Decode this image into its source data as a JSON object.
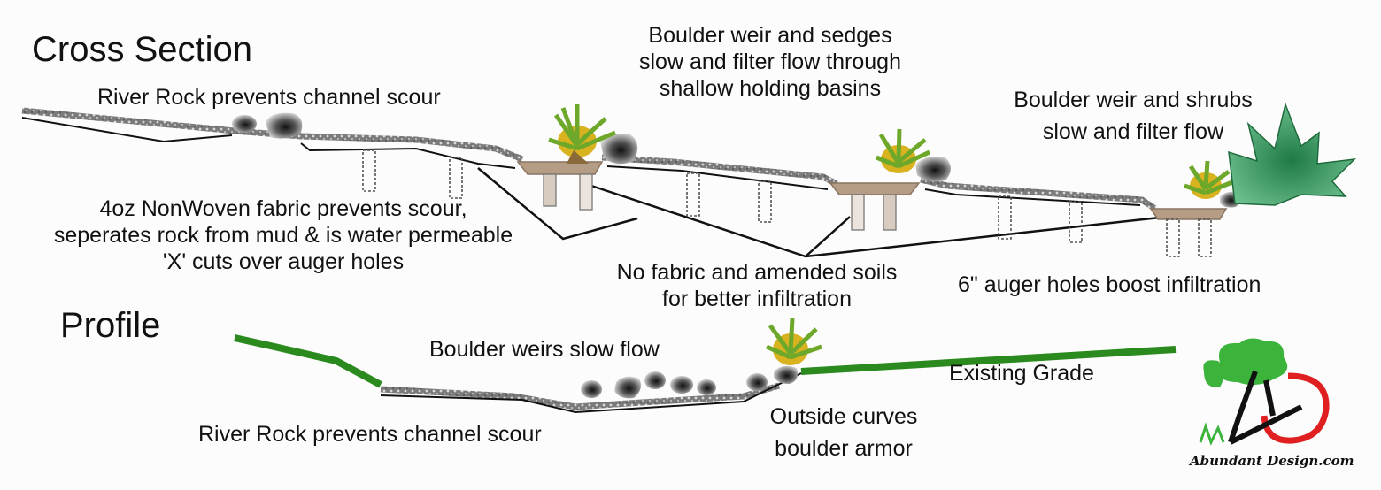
{
  "headings": {
    "cross_section": "Cross Section",
    "profile": "Profile"
  },
  "cross_section_labels": {
    "river_rock": "River Rock prevents channel scour",
    "weir_sedges": [
      "Boulder weir and sedges",
      "slow and filter flow through",
      "shallow holding basins"
    ],
    "weir_shrubs": [
      "Boulder weir and shrubs",
      "slow and filter flow"
    ],
    "fabric": [
      "4oz NonWoven fabric prevents scour,",
      "seperates rock from mud & is water permeable",
      "'X' cuts over auger holes"
    ],
    "no_fabric": [
      "No fabric and amended soils",
      "for better infiltration"
    ],
    "auger": "6\" auger holes boost infiltration"
  },
  "profile_labels": {
    "weirs": "Boulder weirs slow flow",
    "existing_grade": "Existing Grade",
    "river_rock": "River Rock prevents channel scour",
    "outside_curves": [
      "Outside curves",
      "boulder armor"
    ]
  },
  "logo": {
    "brand": "Abundant Design.com",
    "colors": {
      "tree": "#3cb43c",
      "ring": "#e02020",
      "grade": "#2a8a1e"
    }
  },
  "palette": {
    "gravel": "#8a8a8a",
    "basin": "#b59d85",
    "sedge": "#d9b21f",
    "sedge_leaf": "#6ea82b",
    "shrub": "#2f8f58"
  }
}
